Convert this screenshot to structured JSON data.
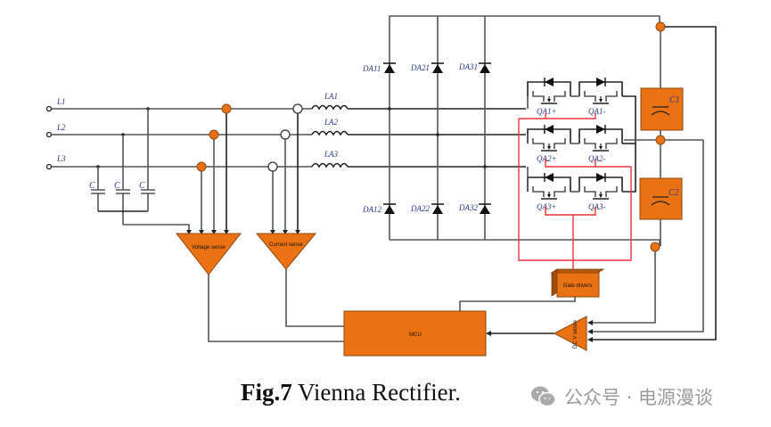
{
  "figure": {
    "caption_bold": "Fig.7",
    "caption_text": " Vienna Rectifier.",
    "watermark": "公众号 · 电源漫谈",
    "watermark_icon": "wechat-icon"
  },
  "labels": {
    "phases": [
      "L1",
      "L2",
      "L3"
    ],
    "filter_caps": [
      "C",
      "C",
      "C"
    ],
    "inductors": [
      "LA1",
      "LA2",
      "LA3"
    ],
    "diodes_upper": [
      "DA11",
      "DA21",
      "DA31"
    ],
    "diodes_lower": [
      "DA12",
      "DA22",
      "DA32"
    ],
    "switches": [
      "QA1+",
      "QA1-",
      "QA2+",
      "QA2-",
      "QA3+",
      "QA3-"
    ],
    "dc_caps": [
      "C1",
      "C2"
    ]
  },
  "blocks": {
    "voltage_sense": "Voltage sense",
    "current_sense": "Current sense",
    "gate_drivers": "Gate drivers",
    "mcu": "MCU",
    "dc_sense": "DC V sense"
  },
  "colors": {
    "block_fill": "#ea7212",
    "gate_wire": "#e8323a",
    "wire": "#555555"
  }
}
